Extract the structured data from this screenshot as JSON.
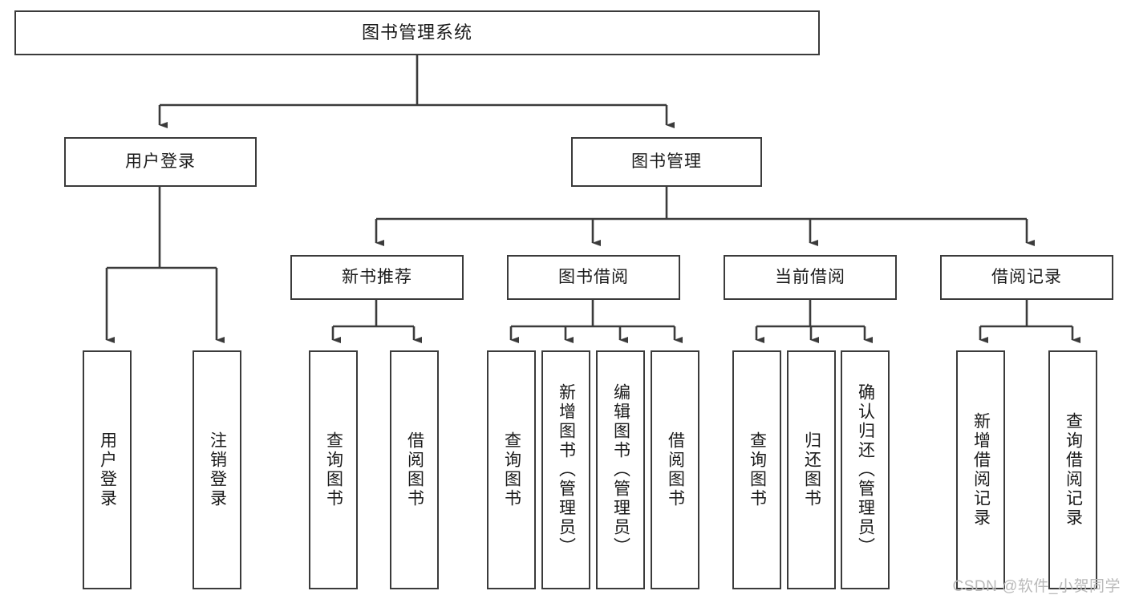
{
  "diagram": {
    "title": "图书管理系统",
    "watermark": "CSDN @软件_小贺同学",
    "levels": {
      "root": {
        "label": "图书管理系统"
      },
      "level2": [
        {
          "label": "用户登录"
        },
        {
          "label": "图书管理"
        }
      ],
      "level3": [
        {
          "label": "新书推荐"
        },
        {
          "label": "图书借阅"
        },
        {
          "label": "当前借阅"
        },
        {
          "label": "借阅记录"
        }
      ],
      "leaves": {
        "user_login": [
          {
            "label": "用户登录"
          },
          {
            "label": "注销登录"
          }
        ],
        "new_book_rec": [
          {
            "label": "查询图书"
          },
          {
            "label": "借阅图书"
          }
        ],
        "book_borrow": [
          {
            "label": "查询图书"
          },
          {
            "label": "新增图书（管理员）"
          },
          {
            "label": "编辑图书（管理员）"
          },
          {
            "label": "借阅图书"
          }
        ],
        "current_borrow": [
          {
            "label": "查询图书"
          },
          {
            "label": "归还图书"
          },
          {
            "label": "确认归还（管理员）"
          }
        ],
        "borrow_record": [
          {
            "label": "新增借阅记录"
          },
          {
            "label": "查询借阅记录"
          }
        ]
      }
    },
    "colors": {
      "stroke": "#3b3b3b",
      "fill": "#ffffff",
      "text": "#1a1a1a",
      "watermark": "#b9b9b9"
    }
  }
}
